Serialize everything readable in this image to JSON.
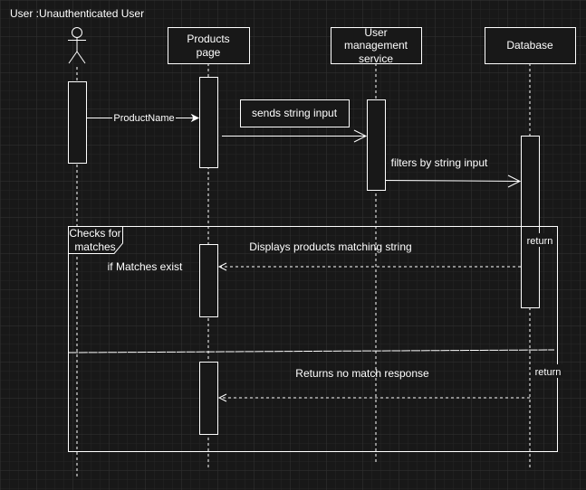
{
  "title": "User :Unauthenticated User",
  "lifelines": [
    {
      "id": "user",
      "label": ""
    },
    {
      "id": "products",
      "label_lines": [
        "Products",
        "page"
      ]
    },
    {
      "id": "ums",
      "label_lines": [
        "User",
        "management",
        "service"
      ]
    },
    {
      "id": "db",
      "label": "Database"
    }
  ],
  "messages": {
    "product_name": "ProductName",
    "sends_string_input": "sends string input",
    "filters_by_string_input": "filters by string input",
    "displays_products": "Displays products matching string",
    "if_matches_exist": "if Matches exist",
    "returns_no_match": "Returns no match response",
    "return_1": "return",
    "return_2": "return"
  },
  "fragment": {
    "label_lines": [
      "Checks for",
      "matches"
    ]
  }
}
